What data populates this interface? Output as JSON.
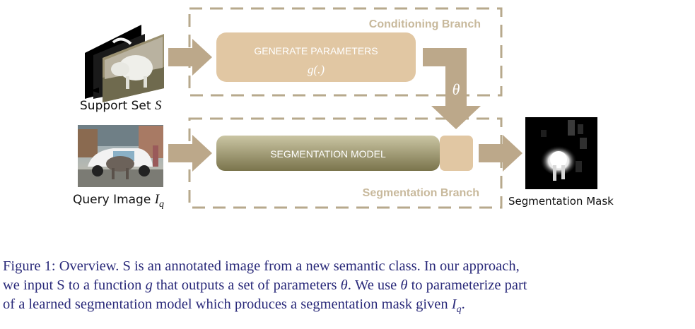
{
  "branches": {
    "conditioning_label": "Conditioning Branch",
    "segmentation_label": "Segmentation Branch"
  },
  "boxes": {
    "generate_title": "GENERATE PARAMETERS",
    "generate_func": "g(.)",
    "segmentation_model": "SEGMENTATION MODEL"
  },
  "theta_symbol": "θ",
  "inputs": {
    "support_label": "Support Set ",
    "support_symbol": "S",
    "query_label": "Query Image ",
    "query_symbol": "I",
    "query_subscript": "q"
  },
  "output": {
    "mask_label": "Segmentation Mask"
  },
  "caption": {
    "p1": "Figure 1: Overview. S is an annotated image from a new semantic class. In our approach,",
    "p2a": "we input S to a function ",
    "p2g": "g",
    "p2b": " that outputs a set of parameters ",
    "p2theta": "θ",
    "p2c": ". We use ",
    "p2theta2": "θ",
    "p2d": " to parameterize part",
    "p3a": "of a learned segmentation model which produces a segmentation mask given ",
    "p3I": "I",
    "p3q": "q",
    "p3b": "."
  },
  "colors": {
    "dash": "#b7a98c",
    "tan_box": "#e1c7a3",
    "arrow": "#bca88a",
    "seg_grad_top": "#c2bd99",
    "seg_grad_bottom": "#7e7850",
    "branch_text": "#c8b99c"
  }
}
